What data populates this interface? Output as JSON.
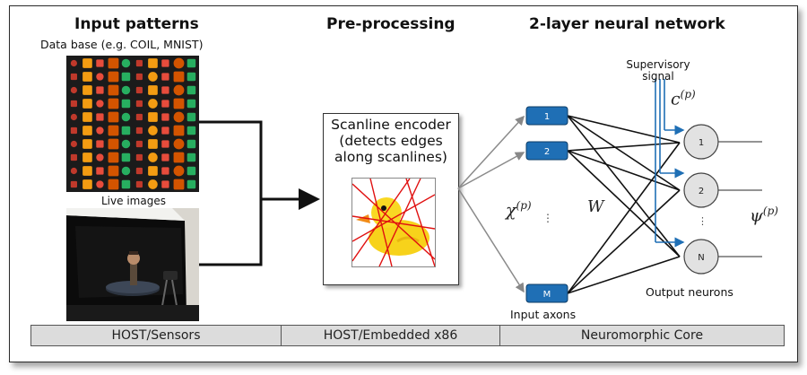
{
  "headings": {
    "input": "Input patterns",
    "pre": "Pre-processing",
    "nn": "2-layer neural network"
  },
  "labels": {
    "database": "Data base (e.g. COIL, MNIST)",
    "live": "Live images",
    "encoder": "Scanline encoder (detects edges along scanlines)",
    "supervisory": "Supervisory signal",
    "c_symbol": "c",
    "c_sup": "(p)",
    "chi_symbol": "χ",
    "chi_sup": "(p)",
    "w_symbol": "W",
    "psi_symbol": "ψ",
    "psi_sup": "(p)",
    "input_axons": "Input axons",
    "output_neurons": "Output neurons"
  },
  "inputs": [
    "1",
    "2",
    "M"
  ],
  "outputs": [
    "1",
    "2",
    "N"
  ],
  "ellipsis": "⋮",
  "footer": {
    "host_sensors": "HOST/Sensors",
    "host_embedded": "HOST/Embedded x86",
    "neuromorphic": "Neuromorphic Core"
  },
  "colors": {
    "input_node": "#1f6fb5",
    "supervisory": "#1f6fb5",
    "output_node": "#e2e2e2",
    "footer_bg": "#dcdcdc",
    "duck": "#f7d21b",
    "edge_lines": "#e01010"
  },
  "icons": {
    "database_images": "object-thumbnail-grid",
    "live_image": "camera-turntable-photo",
    "encoder_image": "rubber-duck-with-scanlines"
  }
}
